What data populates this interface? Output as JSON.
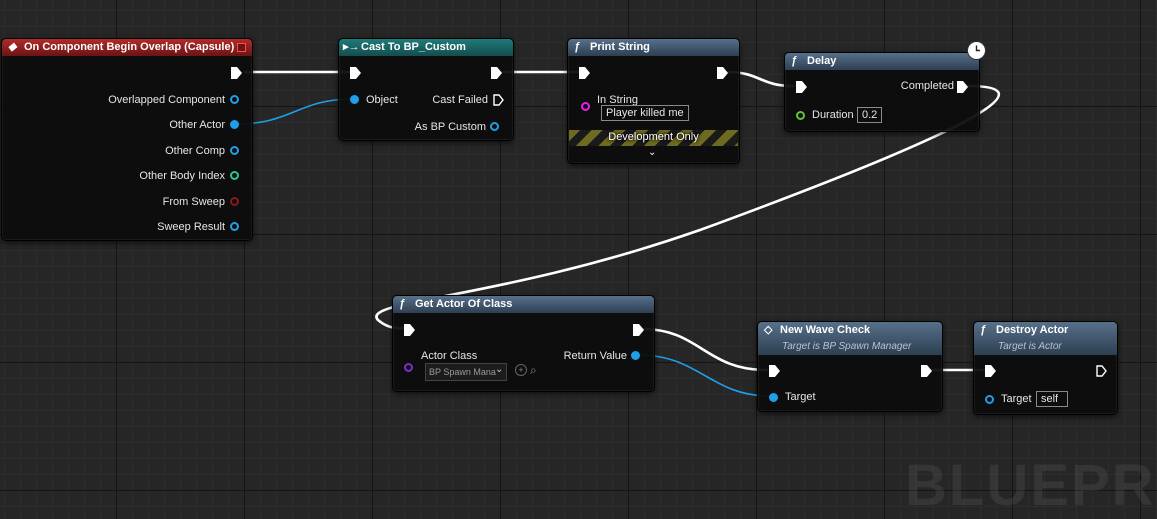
{
  "nodes": {
    "overlap": {
      "title": "On Component Begin Overlap (Capsule)",
      "pins": [
        "Overlapped Component",
        "Other Actor",
        "Other Comp",
        "Other Body Index",
        "From Sweep",
        "Sweep Result"
      ]
    },
    "cast": {
      "title": "Cast To BP_Custom",
      "object": "Object",
      "cast_failed": "Cast Failed",
      "as_bp": "As BP Custom"
    },
    "print": {
      "title": "Print String",
      "in_string_label": "In String",
      "in_string_value": "Player killed me",
      "dev_only": "Development Only"
    },
    "delay": {
      "title": "Delay",
      "completed": "Completed",
      "duration_label": "Duration",
      "duration_value": "0.2"
    },
    "get_actor": {
      "title": "Get Actor Of Class",
      "actor_class": "Actor Class",
      "return_value": "Return Value",
      "class_value": "BP Spawn Mana"
    },
    "new_wave": {
      "title": "New Wave Check",
      "subtitle": "Target is BP Spawn Manager",
      "target": "Target"
    },
    "destroy": {
      "title": "Destroy Actor",
      "subtitle": "Target is Actor",
      "target": "Target",
      "target_value": "self"
    }
  },
  "watermark": "BLUEPR",
  "colors": {
    "event_header": "#b22b2b",
    "cast_header": "#1f7a7a",
    "function_header": "#57708a",
    "object_pin": "#1f9fe8",
    "exec_wire": "#ffffff"
  }
}
